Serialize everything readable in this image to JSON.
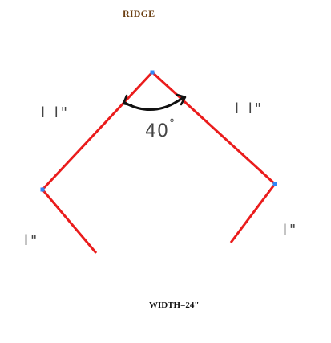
{
  "diagram": {
    "title": "RIDGE",
    "labels": {
      "left_upper": "l l\"",
      "right_upper": "l l\"",
      "left_lower": "l\"",
      "right_lower": "l\""
    },
    "angle": {
      "value": "40",
      "unit": "°"
    },
    "width": "WIDTH=24\"",
    "colors": {
      "profile_line": "#ea1c1c",
      "vertex_marker": "#2f86f6",
      "arc": "#111111",
      "title": "#6b3f12"
    }
  }
}
